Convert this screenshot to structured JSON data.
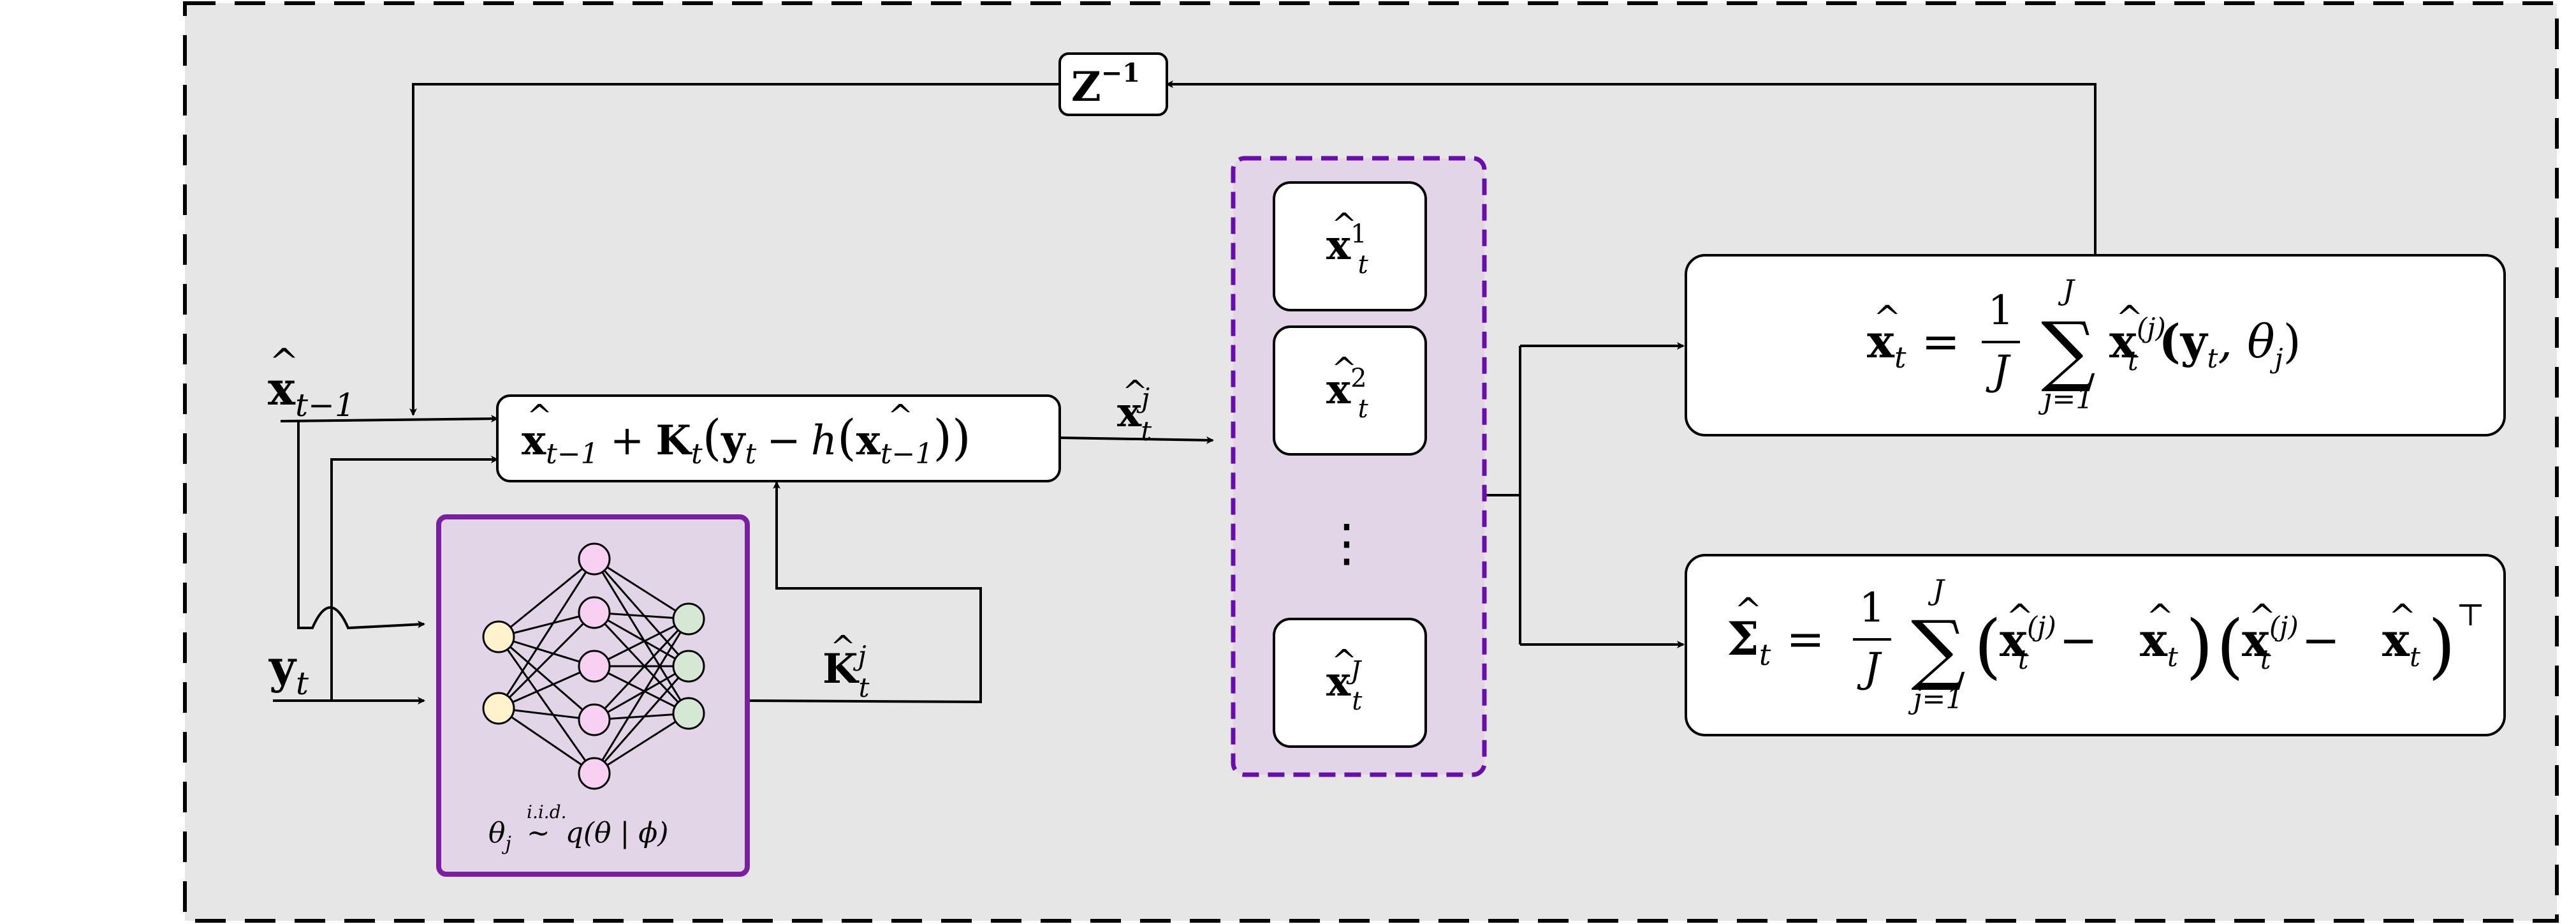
{
  "colors": {
    "frame_fill": "#e6e6e6",
    "frame_stroke": "#000000",
    "box_fill": "#ffffff",
    "nn_box_fill": "#e1d5e7",
    "nn_box_stroke": "#7b1fa2",
    "ensemble_fill": "#e1d5e7",
    "ensemble_stroke": "#6a0dad",
    "node_input_fill": "#fff2cc",
    "node_hidden_fill": "#f8d0f2",
    "node_output_fill": "#d5e8d4"
  },
  "delay_block": {
    "main": "Z",
    "sup": "−1"
  },
  "inputs": {
    "prev_state": {
      "main": "x",
      "sub": "t−1"
    },
    "observation": {
      "main": "y",
      "sub": "t"
    }
  },
  "update": {
    "x_hat": "x",
    "sub_prev": "t−1",
    "plus": "+",
    "gain": "K",
    "t": "t",
    "paren_open": "(",
    "y": "y",
    "minus": "−",
    "h": "h",
    "paren_close": "))"
  },
  "gain_label": {
    "main": "K",
    "sub": "t",
    "sup": "j"
  },
  "estimate_label": {
    "main": "x",
    "sub": "t",
    "sup": "j"
  },
  "nn_block": {
    "caption_theta": "θ",
    "caption_j": "j",
    "caption_iid": "i.i.d.",
    "caption_sim": "∼",
    "caption_rest": "q(θ | ϕ)"
  },
  "ensemble": {
    "members": [
      {
        "main": "x",
        "sub": "t",
        "sup": "1"
      },
      {
        "main": "x",
        "sub": "t",
        "sup": "2"
      },
      {
        "main": "x",
        "sub": "t",
        "sup": "J"
      }
    ],
    "ellipsis": "⋮"
  },
  "mean_formula": {
    "lhs": "x",
    "lhs_sub": "t",
    "equals": "=",
    "frac_num": "1",
    "frac_den": "J",
    "sum": "∑",
    "sum_top": "J",
    "sum_bottom": "j=1",
    "term": "x",
    "term_sub": "t",
    "term_sup": "(j)",
    "args": "(y",
    "args_sub": "t",
    "args_mid": ", θ",
    "args_sub2": "j",
    "args_close": ")"
  },
  "cov_formula": {
    "lhs": "Σ",
    "lhs_sub": "t",
    "equals": "=",
    "frac_num": "1",
    "frac_den": "J",
    "sum": "∑",
    "sum_top": "J",
    "sum_bottom": "j=1",
    "open": "(",
    "term": "x",
    "term_sub": "t",
    "term_sup": "(j)",
    "minus": "−",
    "mean": "x",
    "mean_sub": "t",
    "close": ")",
    "transpose": "⊤"
  }
}
